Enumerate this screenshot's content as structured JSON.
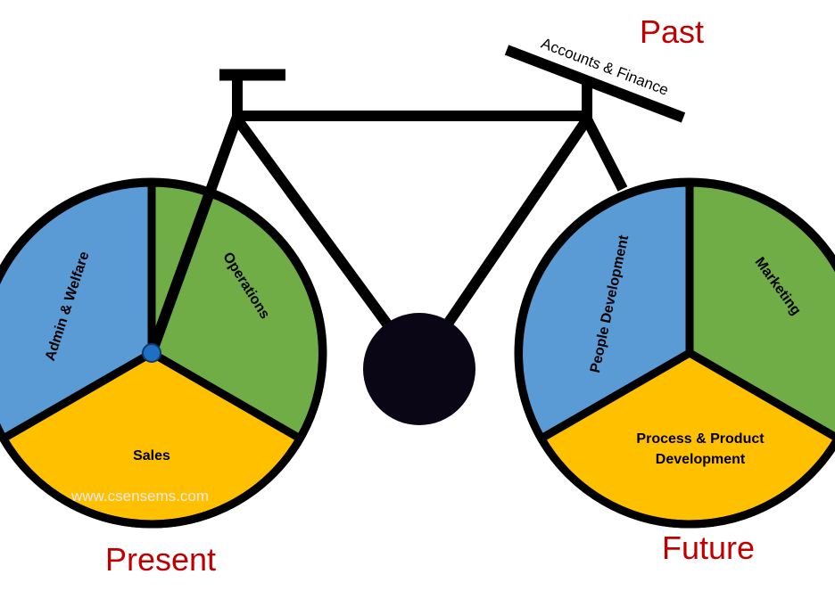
{
  "colors": {
    "blue": "#5b9bd5",
    "green": "#70ad47",
    "yellow": "#ffc000",
    "outline": "#000000",
    "hub": "#1f6fc5",
    "pedal": "#0b0616",
    "title_red": "#c00000",
    "watermark": "#eaeaea"
  },
  "labels": {
    "past": "Past",
    "present": "Present",
    "future": "Future",
    "seat": "Accounts & Finance",
    "watermark": "www.csensems.com"
  },
  "left_wheel": {
    "segments": {
      "admin": "Admin & Welfare",
      "operations": "Operations",
      "sales": "Sales"
    }
  },
  "right_wheel": {
    "segments": {
      "people": "People Development",
      "marketing": "Marketing",
      "process_line1": "Process & Product",
      "process_line2": "Development"
    }
  }
}
